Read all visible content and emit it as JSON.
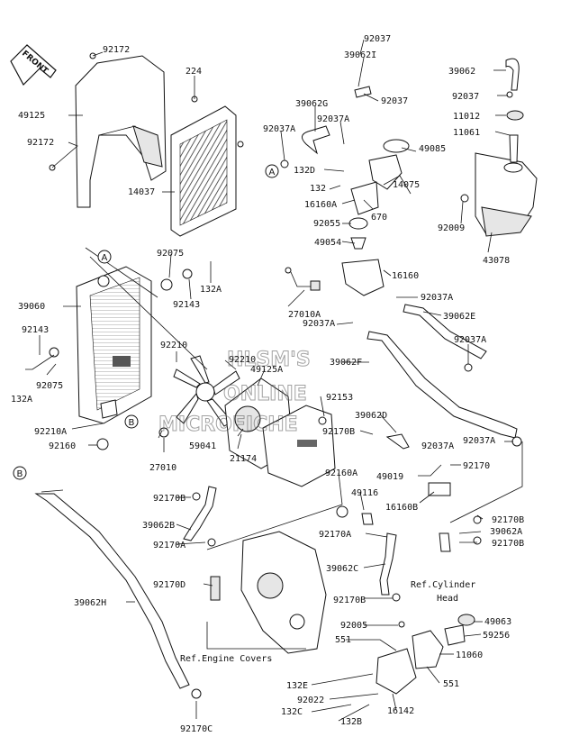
{
  "front_label": "FRONT",
  "watermark": [
    "HLSM'S",
    "ONLINE",
    "MICROFICHE"
  ],
  "callouts": {
    "a": "A",
    "b": "B"
  },
  "parts": [
    {
      "id": "92172",
      "name": "p-92172-top"
    },
    {
      "id": "49125",
      "name": "p-49125"
    },
    {
      "id": "92172",
      "name": "p-92172-left"
    },
    {
      "id": "224",
      "name": "p-224"
    },
    {
      "id": "14037",
      "name": "p-14037"
    },
    {
      "id": "92037",
      "name": "p-92037-top"
    },
    {
      "id": "39062I",
      "name": "p-39062i"
    },
    {
      "id": "92037",
      "name": "p-92037-mid"
    },
    {
      "id": "39062G",
      "name": "p-39062g"
    },
    {
      "id": "92037A",
      "name": "p-92037a-left"
    },
    {
      "id": "92037A",
      "name": "p-92037a-mid"
    },
    {
      "id": "49085",
      "name": "p-49085"
    },
    {
      "id": "132D",
      "name": "p-132d"
    },
    {
      "id": "132",
      "name": "p-132"
    },
    {
      "id": "16160A",
      "name": "p-16160a"
    },
    {
      "id": "670",
      "name": "p-670"
    },
    {
      "id": "14075",
      "name": "p-14075"
    },
    {
      "id": "92055",
      "name": "p-92055"
    },
    {
      "id": "49054",
      "name": "p-49054"
    },
    {
      "id": "39062",
      "name": "p-39062"
    },
    {
      "id": "92037",
      "name": "p-92037-right"
    },
    {
      "id": "11012",
      "name": "p-11012"
    },
    {
      "id": "11061",
      "name": "p-11061"
    },
    {
      "id": "92009",
      "name": "p-92009"
    },
    {
      "id": "43078",
      "name": "p-43078"
    },
    {
      "id": "92075",
      "name": "p-92075-top"
    },
    {
      "id": "92143",
      "name": "p-92143-top"
    },
    {
      "id": "132A",
      "name": "p-132a-top"
    },
    {
      "id": "39060",
      "name": "p-39060"
    },
    {
      "id": "16160",
      "name": "p-16160"
    },
    {
      "id": "92037A",
      "name": "p-92037a-r1"
    },
    {
      "id": "27010A",
      "name": "p-27010a"
    },
    {
      "id": "39062E",
      "name": "p-39062e"
    },
    {
      "id": "92037A",
      "name": "p-92037a-c"
    },
    {
      "id": "92037A",
      "name": "p-92037a-r2"
    },
    {
      "id": "92143",
      "name": "p-92143-left"
    },
    {
      "id": "92210",
      "name": "p-92210-a"
    },
    {
      "id": "92210",
      "name": "p-92210-b"
    },
    {
      "id": "49125A",
      "name": "p-49125a"
    },
    {
      "id": "39062F",
      "name": "p-39062f"
    },
    {
      "id": "132A",
      "name": "p-132a-left"
    },
    {
      "id": "92075",
      "name": "p-92075-left"
    },
    {
      "id": "92153",
      "name": "p-92153"
    },
    {
      "id": "39062D",
      "name": "p-39062d"
    },
    {
      "id": "92210A",
      "name": "p-92210a"
    },
    {
      "id": "92170B",
      "name": "p-92170b-a"
    },
    {
      "id": "92160",
      "name": "p-92160"
    },
    {
      "id": "59041",
      "name": "p-59041"
    },
    {
      "id": "27010",
      "name": "p-27010"
    },
    {
      "id": "21174",
      "name": "p-21174"
    },
    {
      "id": "92037A",
      "name": "p-92037a-r3"
    },
    {
      "id": "49019",
      "name": "p-49019"
    },
    {
      "id": "92170",
      "name": "p-92170"
    },
    {
      "id": "92037A",
      "name": "p-92037a-b"
    },
    {
      "id": "92160A",
      "name": "p-92160a"
    },
    {
      "id": "92170B",
      "name": "p-92170b-b"
    },
    {
      "id": "49116",
      "name": "p-49116"
    },
    {
      "id": "16160B",
      "name": "p-16160b"
    },
    {
      "id": "92170B",
      "name": "p-92170b-r1"
    },
    {
      "id": "39062A",
      "name": "p-39062a"
    },
    {
      "id": "39062B",
      "name": "p-39062b"
    },
    {
      "id": "92170A",
      "name": "p-92170a-a"
    },
    {
      "id": "92170A",
      "name": "p-92170a-b"
    },
    {
      "id": "92170B",
      "name": "p-92170b-r2"
    },
    {
      "id": "39062C",
      "name": "p-39062c"
    },
    {
      "id": "92170D",
      "name": "p-92170d"
    },
    {
      "id": "92170B",
      "name": "p-92170b-c"
    },
    {
      "id": "39062H",
      "name": "p-39062h"
    },
    {
      "id": "49063",
      "name": "p-49063"
    },
    {
      "id": "92005",
      "name": "p-92005"
    },
    {
      "id": "59256",
      "name": "p-59256"
    },
    {
      "id": "551",
      "name": "p-551-a"
    },
    {
      "id": "11060",
      "name": "p-11060"
    },
    {
      "id": "551",
      "name": "p-551-b"
    },
    {
      "id": "132E",
      "name": "p-132e"
    },
    {
      "id": "92022",
      "name": "p-92022"
    },
    {
      "id": "132C",
      "name": "p-132c"
    },
    {
      "id": "16142",
      "name": "p-16142"
    },
    {
      "id": "132B",
      "name": "p-132b"
    },
    {
      "id": "92170C",
      "name": "p-92170c"
    }
  ],
  "references": {
    "cylinder_head_line1": "Ref.Cylinder",
    "cylinder_head_line2": "Head",
    "engine_covers": "Ref.Engine Covers"
  }
}
